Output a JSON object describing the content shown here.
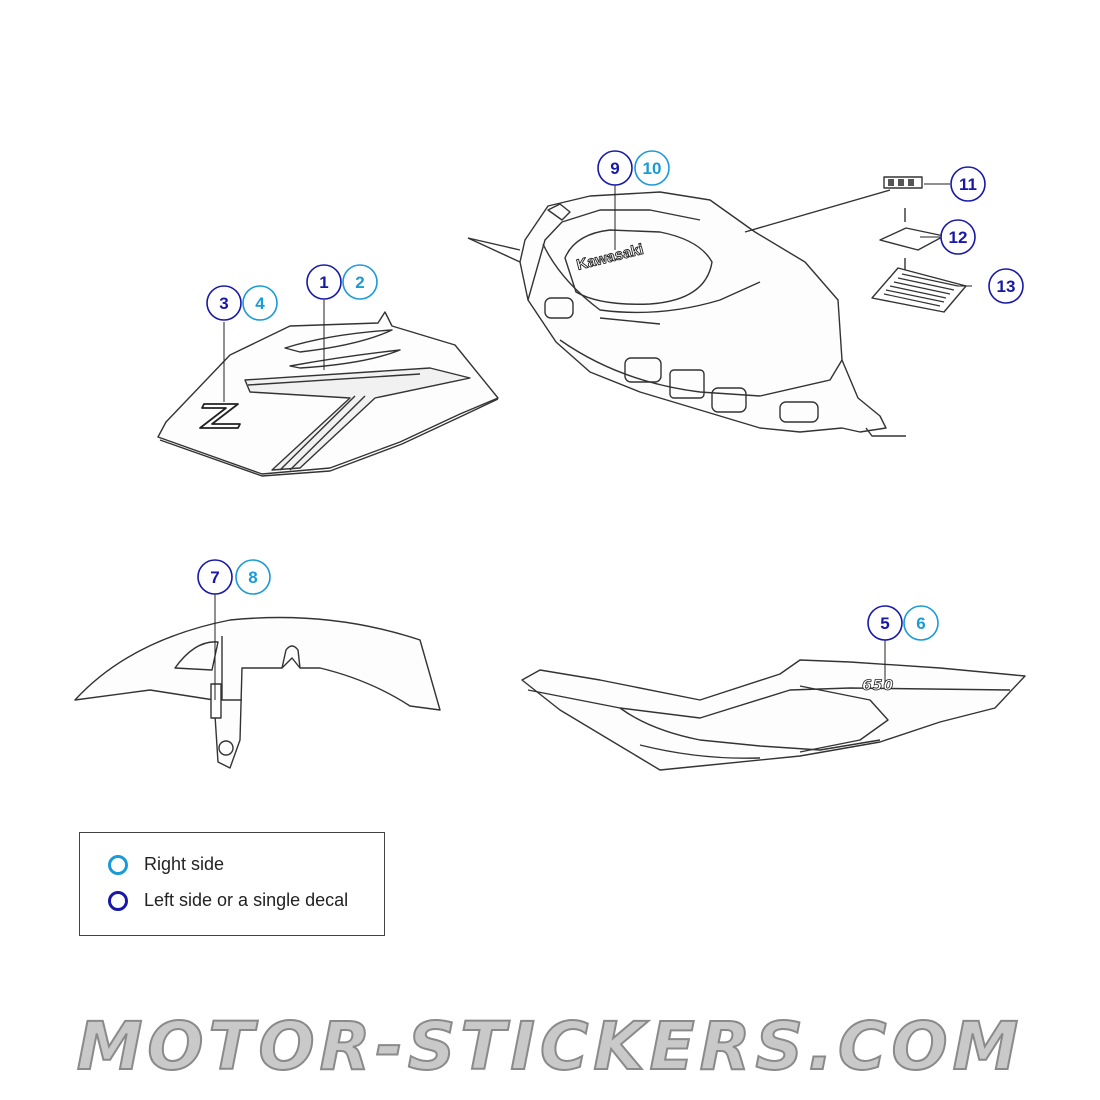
{
  "callouts": [
    {
      "num": "1",
      "side": "left"
    },
    {
      "num": "2",
      "side": "right"
    },
    {
      "num": "3",
      "side": "left"
    },
    {
      "num": "4",
      "side": "right"
    },
    {
      "num": "5",
      "side": "left"
    },
    {
      "num": "6",
      "side": "right"
    },
    {
      "num": "7",
      "side": "left"
    },
    {
      "num": "8",
      "side": "right"
    },
    {
      "num": "9",
      "side": "left"
    },
    {
      "num": "10",
      "side": "right"
    },
    {
      "num": "11",
      "side": "left"
    },
    {
      "num": "12",
      "side": "left"
    },
    {
      "num": "13",
      "side": "left"
    }
  ],
  "part_labels": {
    "tank_brand": "Kawasaki",
    "model_badge": "650"
  },
  "legend": {
    "right_side_label": "Right side",
    "left_side_label": "Left side or a single decal"
  },
  "watermark": "MOTOR-STICKERS.COM",
  "colors": {
    "right_side": "#1a9ad6",
    "left_side": "#1818a8",
    "line_art": "#333333"
  }
}
